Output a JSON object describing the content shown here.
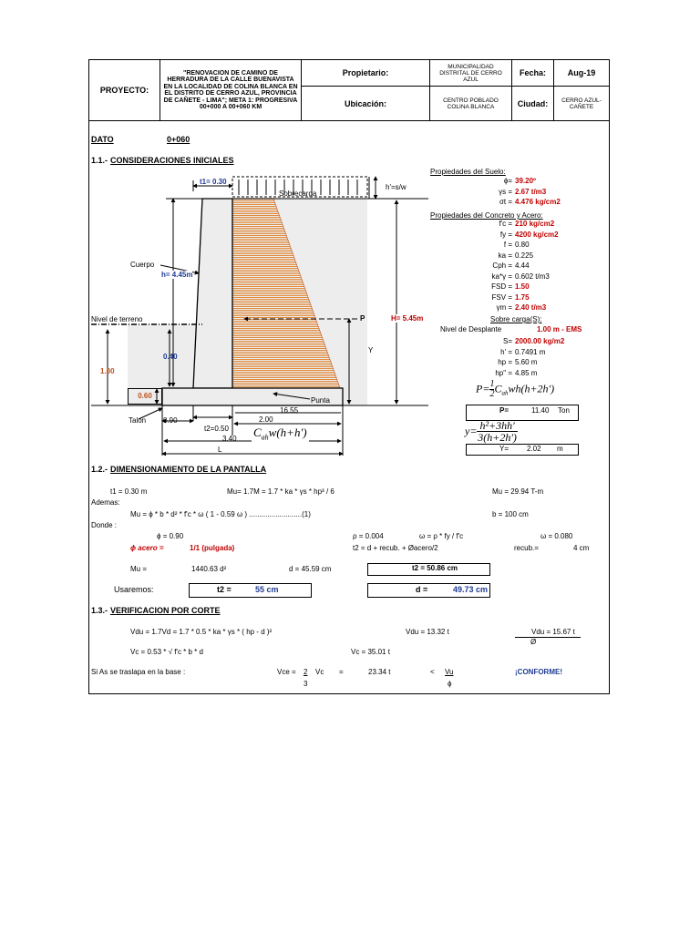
{
  "header": {
    "proyecto_label": "PROYECTO:",
    "proyecto_value": "\"RENOVACION DE CAMINO DE HERRADURA DE LA CALLE BUENAVISTA EN LA LOCALIDAD DE COLINA BLANCA EN EL DISTRITO DE CERRO AZUL, PROVINCIA DE CAÑETE - LIMA\"; META 1: PROGRESIVA 00+000 A 00+060 KM",
    "propietario_label": "Propietario:",
    "propietario_value": "MUNICIPALIDAD DISTRITAL DE CERRO AZUL",
    "fecha_label": "Fecha:",
    "fecha_value": "Aug-19",
    "ubicacion_label": "Ubicación:",
    "ubicacion_value": "CENTRO POBLADO COLINA BLANCA",
    "ciudad_label": "Ciudad:",
    "ciudad_value": "CERRO AZUL-CAÑETE"
  },
  "dato": {
    "label": "DATO",
    "value": "0+060"
  },
  "section1": {
    "number": "1.1.-",
    "title": "CONSIDERACIONES INICIALES"
  },
  "drawing": {
    "t1": "t1= 0.30",
    "hsw": "h'=s/w",
    "sobrecarga": "Sobrecarga",
    "cuerpo": "Cuerpo",
    "h": "h= 4.45m",
    "nivel": "Nivel de terreno",
    "P": "P",
    "H": "H= 5.45m",
    "Y": "Y",
    "v040": "0.40",
    "v100": "1.00",
    "v060": "0.60",
    "punta": "Punta",
    "talon": "Talon",
    "v090": "0.90",
    "v1655": "16.55",
    "t2": "t2=0.50",
    "v200": "2.00",
    "v340": "3.40",
    "L": "L",
    "formula_cah": "C",
    "formula_cah_sub": "ah",
    "formula_cah_rest": "w(h+h')"
  },
  "soil": {
    "title": "Propiedades del Suelo:",
    "rows": [
      {
        "label": "ϕ=",
        "value": "39.20º"
      },
      {
        "label": "γs =",
        "value": "2.67 t/m3"
      },
      {
        "label": "σt =",
        "value": "4.476 kg/cm2"
      }
    ]
  },
  "concrete": {
    "title": "Propiedades del Concreto y Acero:",
    "rows": [
      {
        "label": "f'c =",
        "value": "210 kg/cm2",
        "color": "red"
      },
      {
        "label": "fy =",
        "value": "4200 kg/cm2",
        "color": "red"
      },
      {
        "label": "f =",
        "value": "0.80",
        "color": "black"
      },
      {
        "label": "ka =",
        "value": "0.225",
        "color": "black"
      },
      {
        "label": "Cph =",
        "value": "4.44",
        "color": "black"
      },
      {
        "label": "ka*γ =",
        "value": "0.602 t/m3",
        "color": "black"
      },
      {
        "label": "FSD =",
        "value": "1.50",
        "color": "red"
      },
      {
        "label": "FSV =",
        "value": "1.75",
        "color": "red"
      },
      {
        "label": "γm =",
        "value": "2.40 t/m3",
        "color": "red"
      }
    ],
    "sobrecarga_title": "Sobre carga(S):",
    "nivel_label": "Nivel de Desplante",
    "nivel_value": "1.00  m - EMS",
    "rows2": [
      {
        "label": "S=",
        "value": "2000.00 kg/m2",
        "color": "red"
      },
      {
        "label": "h' =",
        "value": "0.7491 m",
        "color": "black"
      },
      {
        "label": "hp =",
        "value": "5.60 m",
        "color": "black"
      },
      {
        "label": "hp\" =",
        "value": "4.85 m",
        "color": "black"
      }
    ]
  },
  "forces": {
    "P_label": "P=",
    "P_value": "11.40",
    "P_unit": "Ton",
    "Y_label": "Y=",
    "Y_value": "2.02",
    "Y_unit": "m"
  },
  "section2": {
    "number": "1.2.-",
    "title": "DIMENSIONAMIENTO DE LA PANTALLA",
    "t1": "t1 = 0.30 m",
    "mu_formula": "Mu= 1.7M = 1.7 * ka * γs * hp³ / 6",
    "mu_value": "Mu = 29.94 T-m",
    "ademas": "Ademas:",
    "mu2": "Mu = ϕ * b * d² * f'c * ω ( 1 - 0.59 ω ) ..........................(1)",
    "b": "b = 100 cm",
    "donde": "Donde :",
    "phi": "ϕ = 0.90",
    "rho": "ρ = 0.004",
    "omega_def": "ω = ρ * fy / f'c",
    "omega": "ω = 0.080",
    "phi_acero_label": "ϕ acero =",
    "phi_acero_value": "1/1 (pulgada)",
    "t2_formula": "t2 = d + recub. + Øacero/2",
    "recub_label": "recub.=",
    "recub_value": "4 cm",
    "mu3_label": "Mu =",
    "mu3_value": "1440.63 d²",
    "d_value": "d = 45.59 cm",
    "t2_box": "t2 = 50.86 cm",
    "usaremos": "Usaremos:",
    "t2_use_label": "t2 =",
    "t2_use_value": "55 cm",
    "d_use_label": "d =",
    "d_use_value": "49.73 cm"
  },
  "section3": {
    "number": "1.3.-",
    "title": "VERIFICACION POR CORTE",
    "vdu_formula": "Vdu = 1.7Vd = 1.7 * 0.5 * ka * γs * ( hp - d )²",
    "vdu_value": "Vdu = 13.32 t",
    "vdu_phi_top": "Vdu = 15.67 t",
    "vdu_phi_bottom": "Ø",
    "vc_formula": "Vc = 0.53 * √ f'c * b * d",
    "vc_value": "Vc = 35.01 t",
    "si_as": "Si As se traslapa en la base :",
    "vce_label": "Vce =",
    "vce_num": "2",
    "vce_vc": "Vc",
    "vce_den": "3",
    "vce_eq": "=",
    "vce_value": "23.34 t",
    "lt": "<",
    "vu_num": "Vu",
    "vu_den": "ϕ",
    "conforme": "¡CONFORME!"
  },
  "colors": {
    "red": "#c00000",
    "blue": "#1f3b93",
    "hatch": "#e08a3c",
    "fill": "#ededed"
  }
}
